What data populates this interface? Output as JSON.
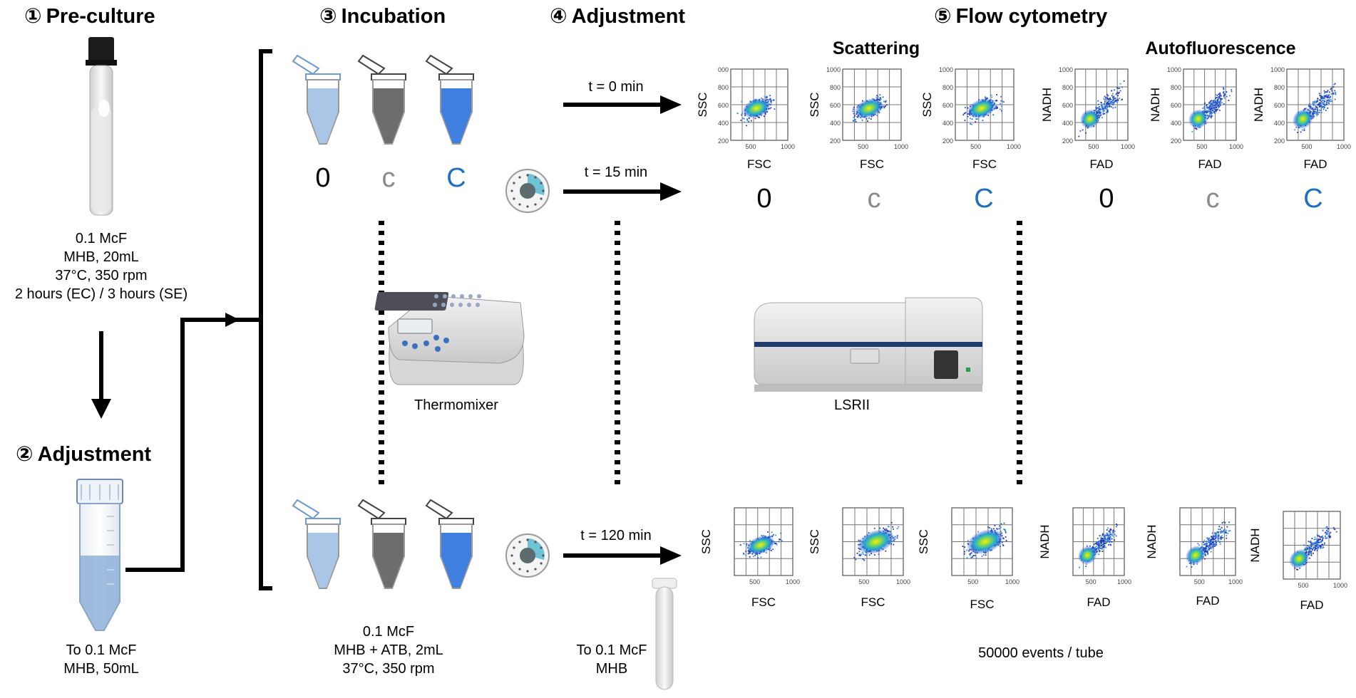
{
  "steps": {
    "preculture": {
      "num": "①",
      "title": "Pre-culture"
    },
    "adjust1": {
      "num": "②",
      "title": "Adjustment"
    },
    "incubation": {
      "num": "③",
      "title": "Incubation"
    },
    "adjust2": {
      "num": "④",
      "title": "Adjustment"
    },
    "flow": {
      "num": "⑤",
      "title": "Flow cytometry"
    }
  },
  "preculture_text": [
    "0.1 McF",
    "MHB, 20mL",
    "37°C, 350 rpm",
    "2 hours (EC) / 3 hours (SE)"
  ],
  "adjust1_text": [
    "To 0.1 McF",
    "MHB, 50mL"
  ],
  "incubation_text": [
    "0.1 McF",
    "MHB + ATB, 2mL",
    "37°C, 350 rpm"
  ],
  "adjust2_text": [
    "To 0.1 McF",
    "MHB"
  ],
  "conditions": [
    "0",
    "c",
    "C"
  ],
  "condition_colors": [
    "#000000",
    "#8a8a8a",
    "#1f6fc0"
  ],
  "tube_fill_colors": [
    "#aac5e6",
    "#6d6d6d",
    "#3f7fe0"
  ],
  "times": [
    "t = 0 min",
    "t = 15 min",
    "t = 120 min"
  ],
  "device_labels": {
    "thermomixer": "Thermomixer",
    "lsr": "LSRII"
  },
  "subheads": {
    "scattering": "Scattering",
    "autofluorescence": "Autofluorescence"
  },
  "plot_labels": {
    "ssc": "SSC",
    "fsc": "FSC",
    "nadh": "NADH",
    "fad": "FAD"
  },
  "ticks": {
    "y": [
      "1000",
      "800",
      "600",
      "400",
      "200"
    ],
    "y_top_first": [
      "000",
      "800",
      "600",
      "400",
      "200"
    ],
    "x": [
      "500",
      "1000"
    ]
  },
  "events": "50000 events / tube"
}
